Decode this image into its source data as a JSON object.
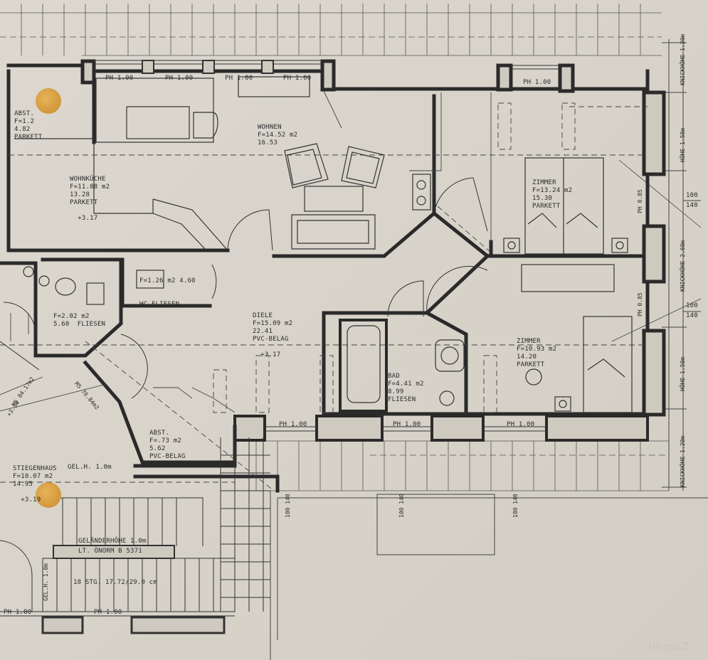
{
  "rooms": {
    "abst_top": {
      "name": "ABST.",
      "area": "F=1.2",
      "perim": "4.82",
      "floor": "PARKETT"
    },
    "wohnen": {
      "name": "WOHNEN",
      "area": "F=14.52 m2",
      "perim": "16.53"
    },
    "wohnkueche": {
      "name": "WOHNKÜCHE",
      "area": "F=11.88 m2",
      "perim": "13.28",
      "floor": "PARKETT",
      "level": "+3.17"
    },
    "zimmer1": {
      "name": "ZIMMER",
      "area": "F=13.24 m2",
      "perim": "15.30",
      "floor": "PARKETT"
    },
    "wc": {
      "area": "F=1.26 m2",
      "perim": "4.60",
      "name": "WC",
      "floor": "FLIESEN"
    },
    "bad_small": {
      "area": "F=2.02 m2",
      "perim": "5.60",
      "floor": "FLIESEN"
    },
    "diele": {
      "name": "DIELE",
      "area": "F=15.09 m2",
      "perim": "22.41",
      "floor": "PVC-BELAG",
      "level": "+3.17"
    },
    "zimmer2": {
      "name": "ZIMMER",
      "area": "F=10.93 m2",
      "perim": "14.20",
      "floor": "PARKETT"
    },
    "bad": {
      "name": "BAD",
      "area": "F=4.41 m2",
      "perim": "8.99",
      "floor": "FLIESEN"
    },
    "abst_mid": {
      "name": "ABST.",
      "area": "F=.73 m2",
      "perim": "5.62",
      "floor": "PVC-BELAG"
    },
    "stiegenhaus": {
      "name": "STIEGENHAUS",
      "area": "F=10.07 m2",
      "perim": "14.95",
      "level": "+3.19"
    }
  },
  "notes": {
    "ph1": "PH 1.00",
    "gelh": "GEL.H. 1.0m",
    "gelaenderhoehe": "GELÄNDERHÖHE 1.0m",
    "onorm": "LT. ÖNORM B 5371",
    "stg": "18 STG. 17.72/29.0 cm",
    "knickhoehe_120": "KNICKHÖHE 1.20m",
    "knickhoehe_260": "KNICKHÖHE 2.60m",
    "hoehe_150": "HÖHE 1.50m",
    "ph085": "PH 0.85",
    "frac_top": "100",
    "frac_bot": "140",
    "diag1": "M5 84.17m2",
    "diag2": "M5 70.84m2",
    "diag3": "+3.34",
    "vert_frac": "100 140",
    "stg_side": "GEL.H. 1.0m"
  },
  "watermark": "ImmoZ"
}
